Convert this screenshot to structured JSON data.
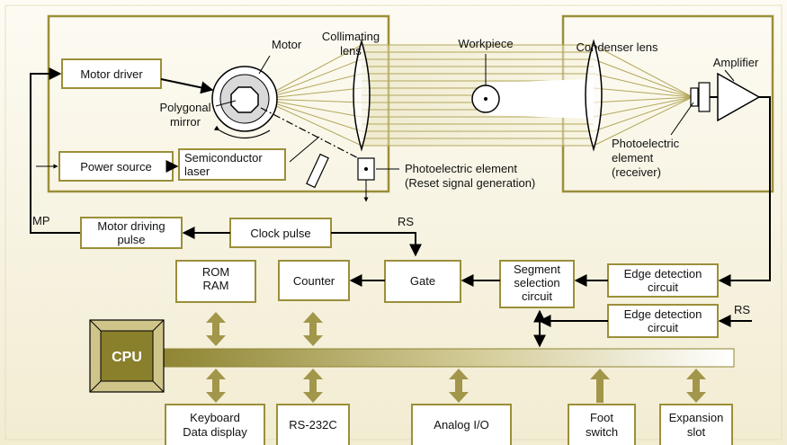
{
  "colors": {
    "background": "#fbf8ec",
    "frame": "#9b8f3a",
    "arrow": "#a2964a",
    "beam": "#b3a75a",
    "cpu_fill": "#8a7f2b",
    "bus_dark": "#8f8533",
    "bus_light": "#ffffff"
  },
  "labels": {
    "motor_driver": "Motor driver",
    "motor": "Motor",
    "polygonal_mirror_1": "Polygonal",
    "polygonal_mirror_2": "mirror",
    "collimating_lens_1": "Collimating",
    "collimating_lens_2": "lens",
    "workpiece": "Workpiece",
    "condenser_lens": "Condenser lens",
    "amplifier": "Amplifier",
    "photo_receiver_1": "Photoelectric",
    "photo_receiver_2": "element",
    "photo_receiver_3": "(receiver)",
    "power_source": "Power source",
    "semiconductor_laser_1": "Semiconductor",
    "semiconductor_laser_2": "laser",
    "photo_reset_1": "Photoelectric element",
    "photo_reset_2": "(Reset signal generation)",
    "mp": "MP",
    "motor_driving_pulse_1": "Motor driving",
    "motor_driving_pulse_2": "pulse",
    "clock_pulse": "Clock pulse",
    "rs_top": "RS",
    "rom_ram_1": "ROM",
    "rom_ram_2": "RAM",
    "counter": "Counter",
    "gate": "Gate",
    "segment_selection_1": "Segment",
    "segment_selection_2": "selection",
    "segment_selection_3": "circuit",
    "edge_detection_1a": "Edge detection",
    "edge_detection_1b": "circuit",
    "edge_detection_2a": "Edge detection",
    "edge_detection_2b": "circuit",
    "rs_right": "RS",
    "cpu": "CPU",
    "keyboard_1": "Keyboard",
    "keyboard_2": "Data display",
    "rs232c": "RS-232C",
    "analog_io": "Analog I/O",
    "foot_switch_1": "Foot",
    "foot_switch_2": "switch",
    "expansion_slot_1": "Expansion",
    "expansion_slot_2": "slot"
  }
}
